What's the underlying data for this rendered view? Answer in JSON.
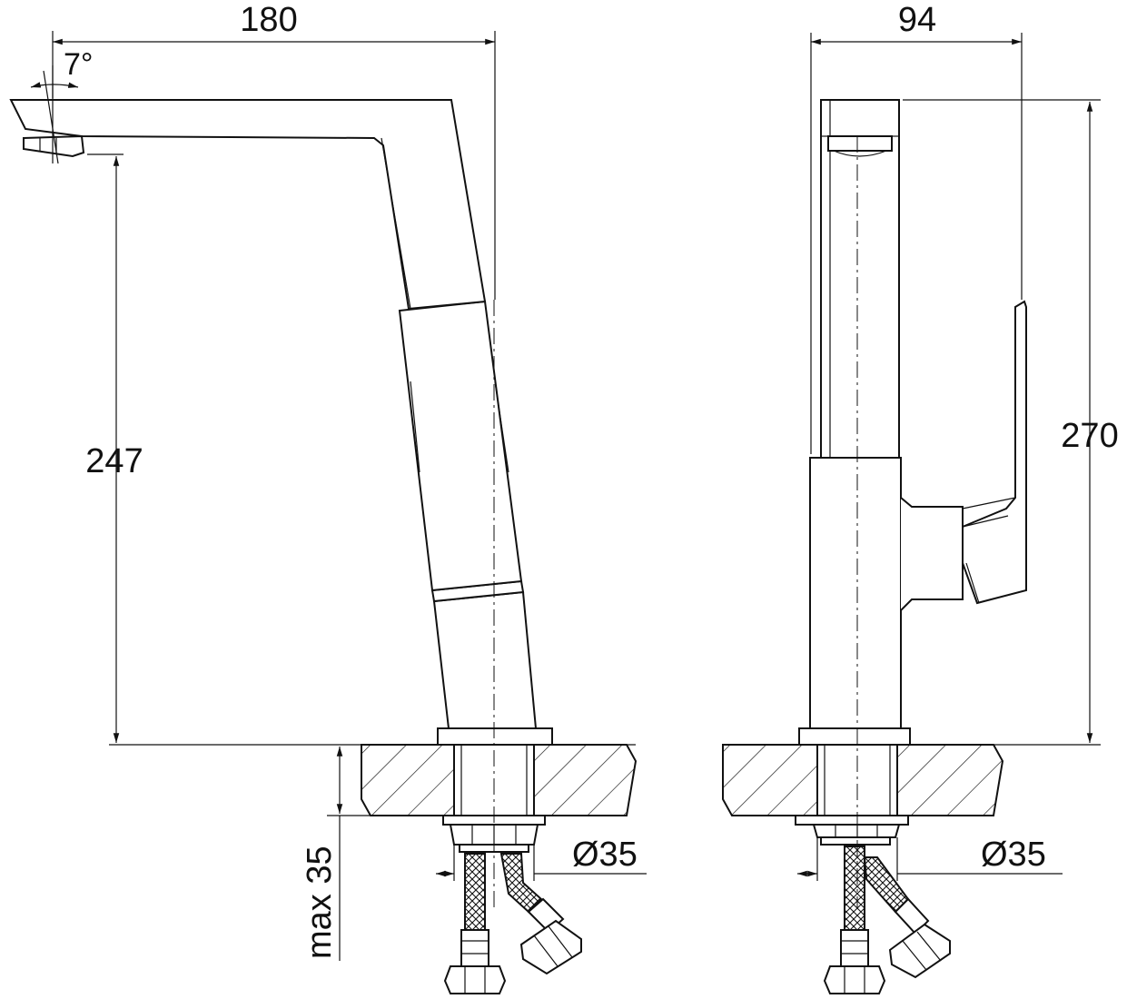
{
  "dimensions": {
    "side_width": "180",
    "spout_angle": "7°",
    "spout_height": "247",
    "front_width": "94",
    "total_height": "270",
    "max_countertop": "max 35",
    "hole_diameter_left": "Ø35",
    "hole_diameter_right": "Ø35"
  },
  "colors": {
    "line": "#111111",
    "background": "#ffffff"
  }
}
